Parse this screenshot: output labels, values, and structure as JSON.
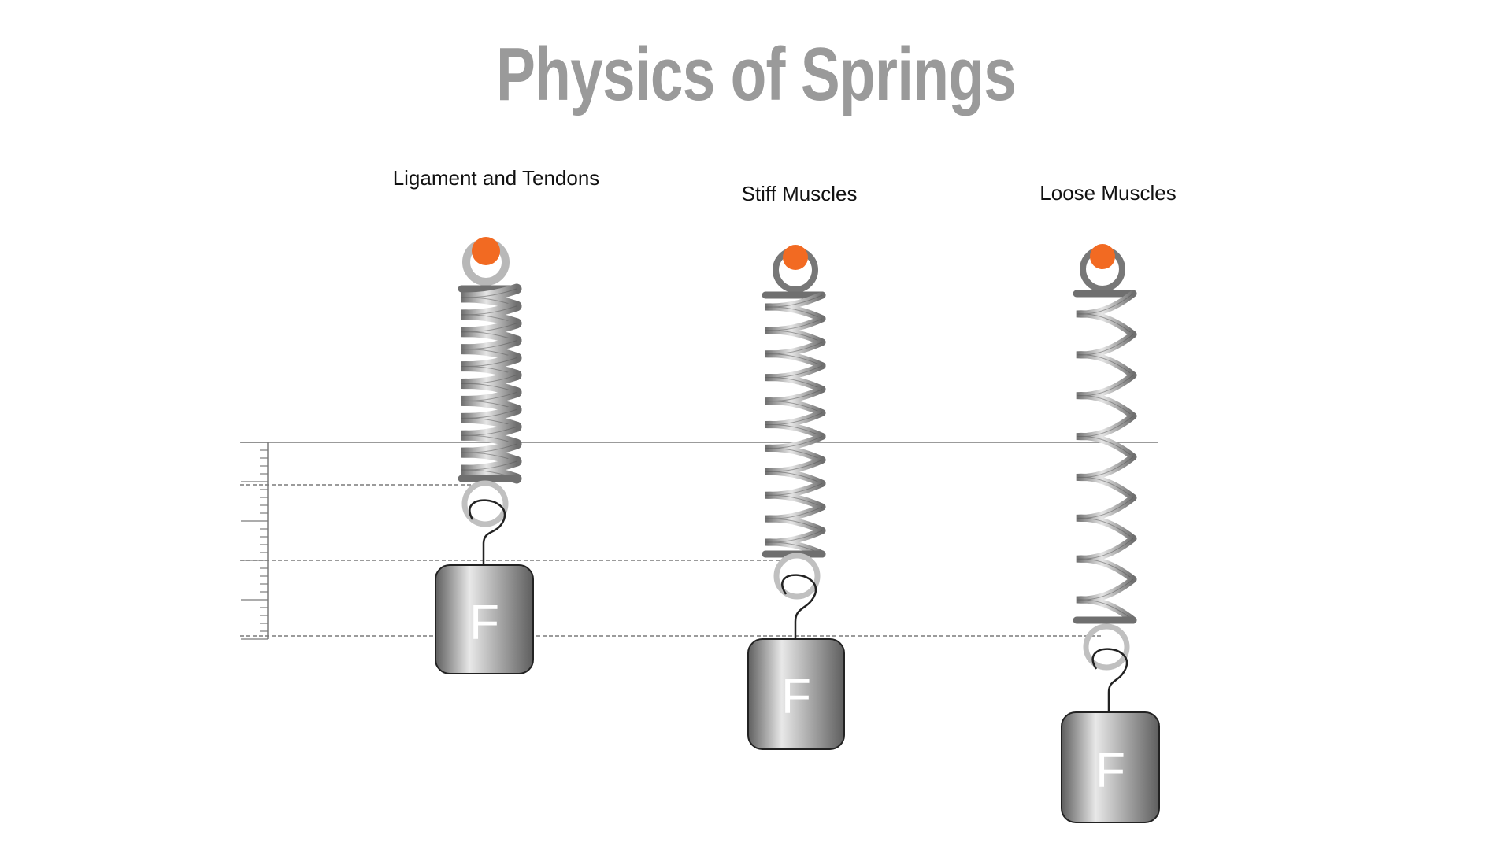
{
  "title": "Physics of Springs",
  "springs": [
    {
      "label": "Ligament and Tendons",
      "weight_label": "F",
      "coils": 11
    },
    {
      "label": "Stiff Muscles",
      "weight_label": "F",
      "coils": 11
    },
    {
      "label": "Loose Muscles",
      "weight_label": "F",
      "coils": 8
    }
  ],
  "colors": {
    "title": "#9a9a9a",
    "anchor_dot": "#f26a22",
    "coil_dark": "#6f6f6f",
    "coil_light": "#e6e6e6",
    "weight_dark": "#5e5e5e",
    "weight_light": "#e8e8e8",
    "ruler": "#7a7a7a"
  }
}
